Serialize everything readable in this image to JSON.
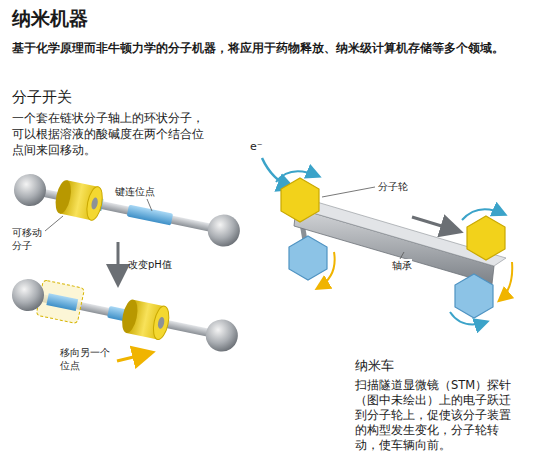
{
  "diagram": {
    "title": "纳米机器",
    "caption": "基于化学原理而非牛顿力学的分子机器，将应用于药物释放、纳米级计算机存储等多个领域。",
    "labels": [
      "分子开关",
      "一个套在链状分子轴上的环状分子，可以根据溶液的酸碱度在两个结合位点间来回移动。",
      "键连位点",
      "可移动分子",
      "改变pH值",
      "移向另一个位点",
      "e⁻",
      "分子轮",
      "轴承",
      "纳米车",
      "扫描隧道显微镜（STM）探针（图中未绘出）上的电子跃迁到分子轮上，促使该分子装置的构型发生变化，分子轮转动，使车辆向前。"
    ]
  }
}
